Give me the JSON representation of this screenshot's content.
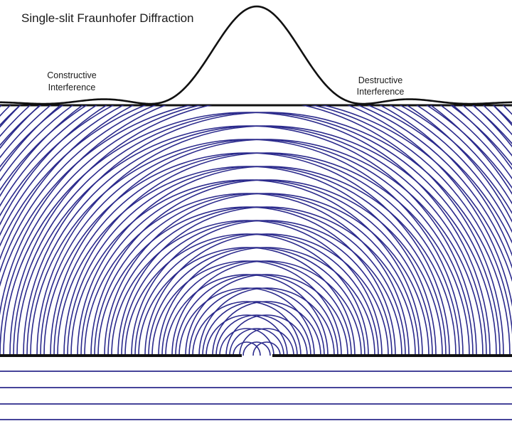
{
  "title": "Single-slit Fraunhofer Diffraction",
  "annotations": {
    "constructive": [
      "Constructive",
      "Interference"
    ],
    "destructive": [
      "Destructive",
      "Interference"
    ]
  },
  "colors": {
    "wave": "#2b2a8c",
    "barrier": "#111111",
    "curve": "#111111",
    "background": "#ffffff"
  }
}
